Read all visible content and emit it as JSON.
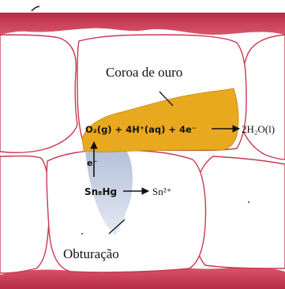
{
  "labels": {
    "gold_crown": "Coroa de ouro",
    "filling": "Obturação"
  },
  "reaction": {
    "reactants": "O₂(g) + 4H⁺(aq) + 4e⁻",
    "product": "2H₂O(l)"
  },
  "electron": "e⁻",
  "alloy": "Sn₈Hg",
  "ion": "Sn²⁺",
  "colors": {
    "gum": "#c8384f",
    "tooth_outline": "#c8384f",
    "gold": "#e9a91f",
    "filling": "#c9d3e4",
    "text": "#111111"
  }
}
